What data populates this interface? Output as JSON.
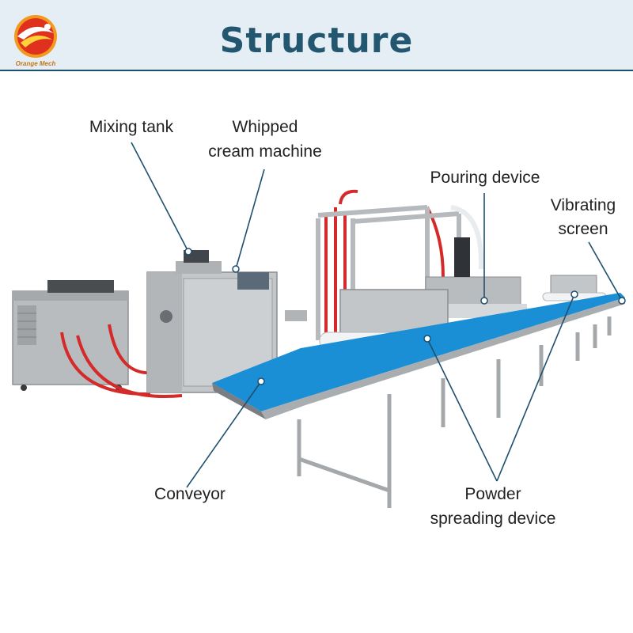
{
  "header": {
    "title": "Structure"
  },
  "logo": {
    "text": "Orange Mech"
  },
  "labels": {
    "mixing_tank": "Mixing tank",
    "whipped_cream_line1": "Whipped",
    "whipped_cream_line2": "cream machine",
    "pouring_device": "Pouring device",
    "vibrating_line1": "Vibrating",
    "vibrating_line2": "screen",
    "conveyor": "Conveyor",
    "powder_line1": "Powder",
    "powder_line2": "spreading device"
  },
  "colors": {
    "header_bg": "#e4eef4",
    "title": "#23566f",
    "belt": "#1a8fd6",
    "steel": "#c9ccce",
    "pipe": "#d42a2a",
    "leader": "#1f4f6f"
  }
}
